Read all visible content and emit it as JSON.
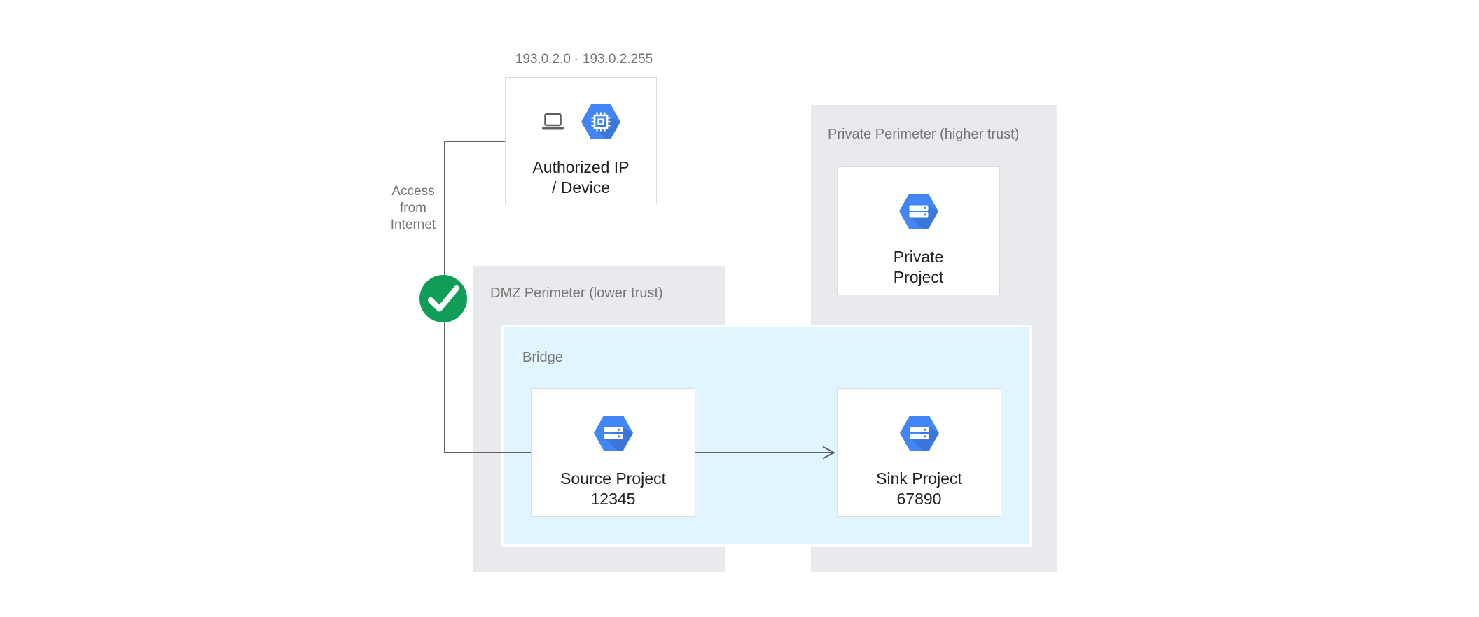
{
  "colors": {
    "perimeter-fill": "#E8EAED",
    "bridge-fill": "#E1F5FE",
    "bridge-border": "#FFFFFF",
    "node-border": "#DADCE0",
    "node-bg": "#FFFFFF",
    "hexagon-blue": "#4285F4",
    "check-green": "#0F9D58",
    "line-gray": "#616161",
    "label-gray": "#757575",
    "text-dark": "#212121",
    "page-bg": "#FFFFFF"
  },
  "ip_range": {
    "label": "193.0.2.0 - 193.0.2.255"
  },
  "authorized": {
    "line1": "Authorized IP",
    "line2": "/ Device"
  },
  "access": {
    "lines": [
      "Access",
      "from",
      "Internet"
    ]
  },
  "dmz": {
    "label": "DMZ Perimeter (lower trust)"
  },
  "bridge": {
    "label": "Bridge"
  },
  "source": {
    "line1": "Source Project",
    "line2": "12345"
  },
  "sink": {
    "line1": "Sink Project",
    "line2": "67890"
  },
  "private_perimeter": {
    "label": "Private Perimeter (higher trust)"
  },
  "private_project": {
    "line1": "Private",
    "line2": "Project"
  },
  "icons": {
    "device": "laptop-icon",
    "authorized_hexagon": "chip-hexagon-icon",
    "project_hexagon": "project-hexagon-icon",
    "allowed": "check-icon",
    "flow": "arrow-right-icon"
  }
}
